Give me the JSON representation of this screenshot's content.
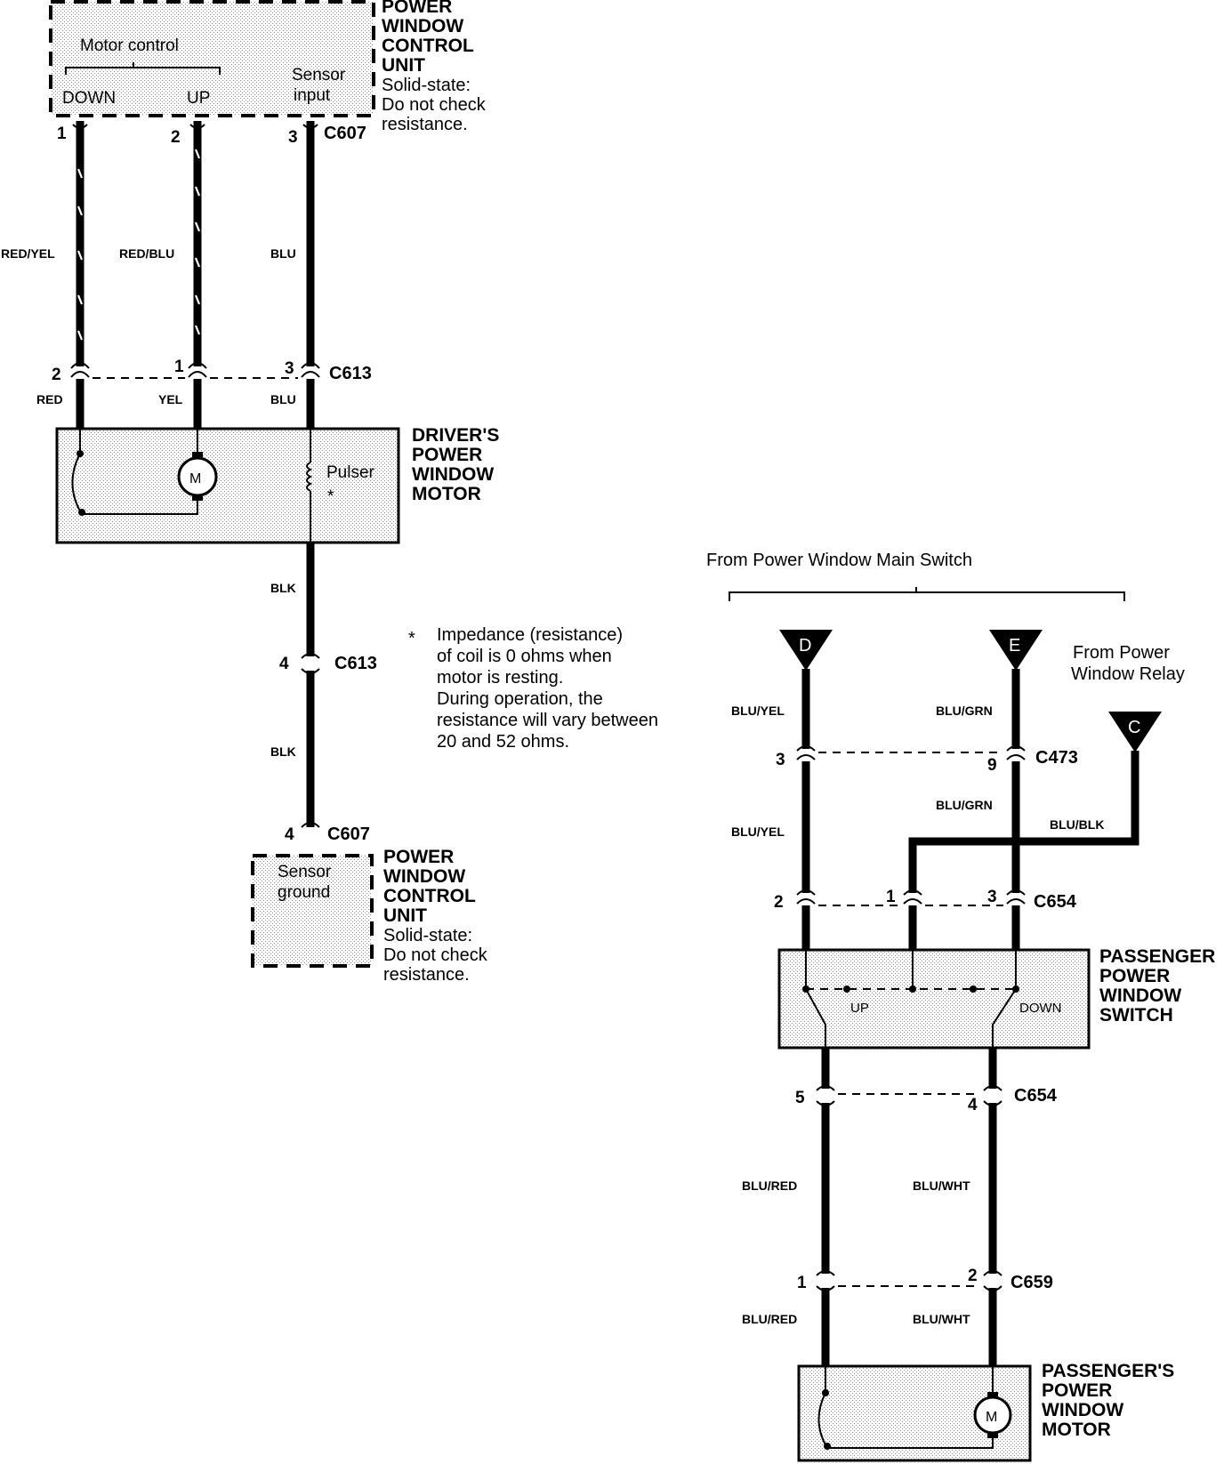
{
  "pcu_top": {
    "title": [
      "POWER",
      "WINDOW",
      "CONTROL",
      "UNIT"
    ],
    "note": [
      "Solid-state:",
      "Do not check",
      "resistance."
    ],
    "motor_control": "Motor control",
    "down": "DOWN",
    "up": "UP",
    "sensor_input": [
      "Sensor",
      "input"
    ],
    "connector": "C607",
    "pins": [
      "1",
      "2",
      "3"
    ]
  },
  "driver_wires_upper": [
    "RED/YEL",
    "RED/BLU",
    "BLU"
  ],
  "c613_upper": {
    "connector": "C613",
    "pins": [
      "2",
      "1",
      "3"
    ]
  },
  "driver_wires_lower": [
    "RED",
    "YEL",
    "BLU"
  ],
  "driver_motor": {
    "title": [
      "DRIVER'S",
      "POWER",
      "WINDOW",
      "MOTOR"
    ],
    "motor_symbol": "M",
    "pulser": "Pulser",
    "asterisk": "*"
  },
  "ground_path": {
    "wire1": "BLK",
    "c613_pin": "4",
    "c613": "C613",
    "wire2": "BLK",
    "c607_pin": "4",
    "c607": "C607"
  },
  "footnote": {
    "star": "*",
    "lines": [
      "Impedance (resistance)",
      "of coil is 0 ohms when",
      "motor is resting.",
      "During operation, the",
      "resistance will vary between",
      "20 and 52 ohms."
    ]
  },
  "pcu_bottom": {
    "title": [
      "POWER",
      "WINDOW",
      "CONTROL",
      "UNIT"
    ],
    "note": [
      "Solid-state:",
      "Do not check",
      "resistance."
    ],
    "sensor_ground": [
      "Sensor",
      "ground"
    ]
  },
  "passenger": {
    "from_main": "From Power Window Main Switch",
    "from_relay": [
      "From Power",
      "Window Relay"
    ],
    "terminals": [
      "D",
      "E",
      "C"
    ],
    "c473": {
      "connector": "C473",
      "pin_left": "3",
      "pin_right": "9"
    },
    "wires_top": [
      "BLU/YEL",
      "BLU/GRN"
    ],
    "wires_mid": [
      "BLU/YEL",
      "BLU/GRN",
      "BLU/BLK"
    ],
    "c654_top": {
      "connector": "C654",
      "pins": [
        "2",
        "1",
        "3"
      ]
    },
    "switch": {
      "title": [
        "PASSENGER",
        "POWER",
        "WINDOW",
        "SWITCH"
      ],
      "up": "UP",
      "down": "DOWN"
    },
    "c654_bottom": {
      "connector": "C654",
      "pins": [
        "5",
        "4"
      ]
    },
    "wires_lower": [
      "BLU/RED",
      "BLU/WHT"
    ],
    "c659": {
      "connector": "C659",
      "pins": [
        "1",
        "2"
      ]
    },
    "wires_motor": [
      "BLU/RED",
      "BLU/WHT"
    ],
    "motor": {
      "title": [
        "PASSENGER'S",
        "POWER",
        "WINDOW",
        "MOTOR"
      ],
      "motor_symbol": "M"
    }
  }
}
